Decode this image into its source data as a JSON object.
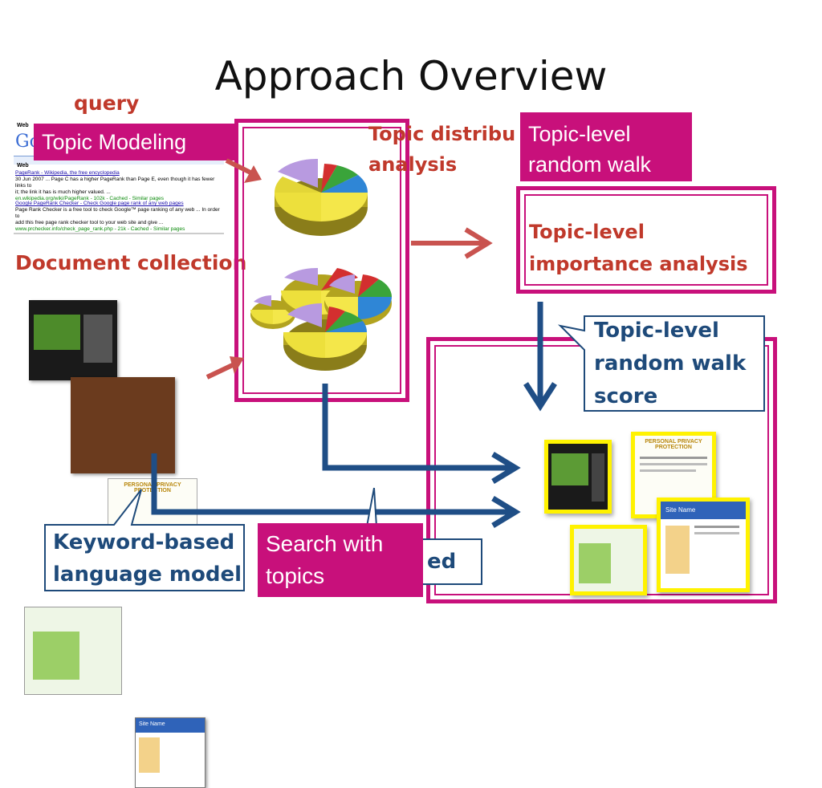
{
  "slide": {
    "title": "Approach Overview"
  },
  "labels": {
    "query": "query",
    "topic_modeling": "Topic Modeling",
    "document_collection": "Document collection",
    "topic_distribution": "Topic distribu",
    "analysis": "analysis",
    "topic_level_rw_line1": "Topic-level",
    "topic_level_rw_line2": "random walk",
    "importance_line1": "Topic-level",
    "importance_line2": "importance analysis",
    "rw_score_line1": "Topic-level",
    "rw_score_line2": "random walk",
    "rw_score_line3": "score",
    "keyword_line1": "Keyword-based",
    "keyword_line2": "language model",
    "search_line1": "Search with",
    "search_line2": "topics",
    "hidden_fragment": "ed"
  },
  "serp": {
    "web_label": "Web",
    "logo_fragment": "Go",
    "results": [
      {
        "title": "PageRank - Wikipedia, the free encyclopedia",
        "snippet1": "30 Jun 2007 ... Page C has a higher PageRank than Page E, even though it has fewer links to",
        "snippet2": "it; the link it has is much higher valued. ...",
        "url": "en.wikipedia.org/wiki/PageRank - 102k - Cached - Similar pages"
      },
      {
        "title": "Google PageRank Checker - Check Google page rank of any web pages",
        "snippet1": "Page Rank Checker is a free tool to check Google™ page ranking of any web ... In order to",
        "snippet2": "add this free page rank checker tool to your web site and give ...",
        "url": "www.prchecker.info/check_page_rank.php - 21k - Cached - Similar pages"
      }
    ]
  },
  "thumbnails": {
    "privacy_title": "PERSONAL PRIVACY PROTECTION",
    "site_name": "Site Name"
  },
  "colors": {
    "magenta": "#c8107b",
    "red_text": "#c0392b",
    "navy": "#1e4a7a",
    "arrow_red": "#c9534f",
    "arrow_blue": "#1f4e86",
    "highlight_yellow": "#fff200"
  }
}
